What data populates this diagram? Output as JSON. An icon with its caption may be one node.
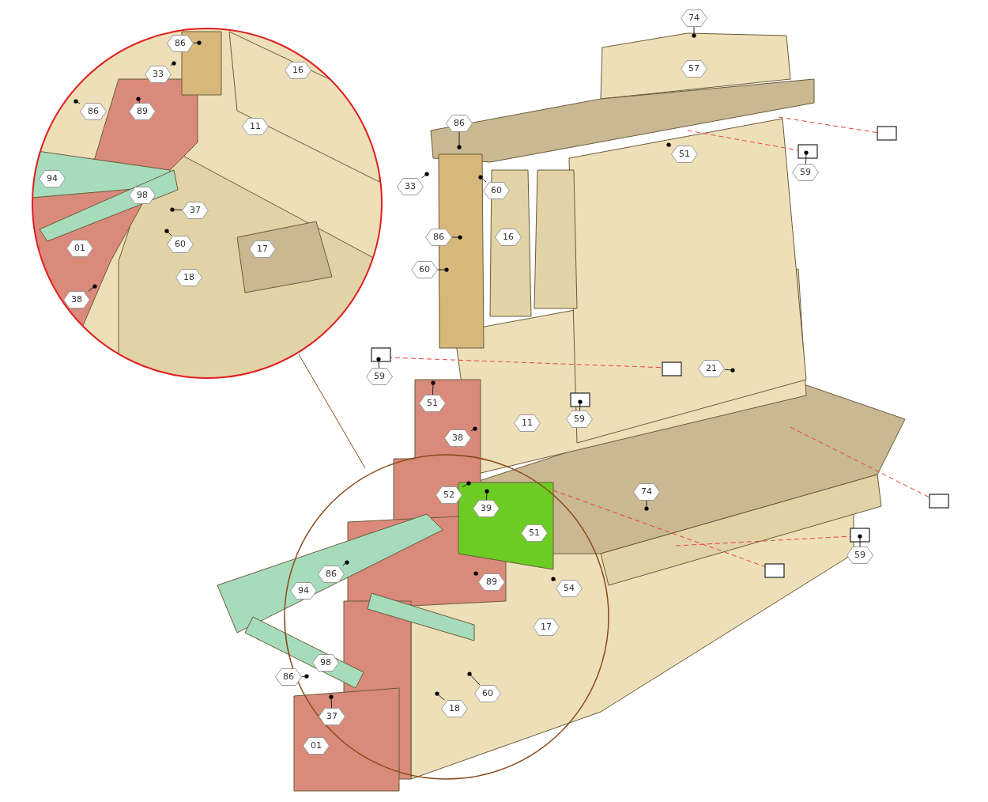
{
  "diagram": {
    "nodes": [
      {
        "text": [
          "86"
        ]
      },
      {
        "text": [
          "33"
        ]
      },
      {
        "text": [
          "16"
        ]
      },
      {
        "text": [
          "86"
        ]
      },
      {
        "text": [
          "89"
        ]
      },
      {
        "text": [
          "11"
        ]
      },
      {
        "text": [
          "94"
        ]
      },
      {
        "text": [
          "98"
        ]
      },
      {
        "text": [
          "37"
        ]
      },
      {
        "text": [
          "60"
        ]
      },
      {
        "text": [
          "17"
        ]
      },
      {
        "text": [
          "01"
        ]
      },
      {
        "text": [
          "18"
        ]
      },
      {
        "text": [
          "38"
        ]
      },
      {
        "text": [
          "74"
        ]
      },
      {
        "text": [
          "57"
        ]
      },
      {
        "text": [
          "86"
        ]
      },
      {
        "text": [
          "51"
        ]
      },
      {
        "text": [
          "59"
        ]
      },
      {
        "text": [
          "33"
        ]
      },
      {
        "text": [
          "60"
        ]
      },
      {
        "text": [
          "86"
        ]
      },
      {
        "text": [
          "16"
        ]
      },
      {
        "text": [
          "60"
        ]
      },
      {
        "text": [
          "59"
        ]
      },
      {
        "text": [
          "21"
        ]
      },
      {
        "text": [
          "51"
        ]
      },
      {
        "text": [
          "59"
        ]
      },
      {
        "text": [
          "11"
        ]
      },
      {
        "text": [
          "38"
        ]
      },
      {
        "text": [
          "52"
        ]
      },
      {
        "text": [
          "39"
        ]
      },
      {
        "text": [
          "74"
        ]
      },
      {
        "text": [
          "51"
        ]
      },
      {
        "text": [
          "59"
        ]
      },
      {
        "text": [
          "86"
        ]
      },
      {
        "text": [
          "94"
        ]
      },
      {
        "text": [
          "89"
        ]
      },
      {
        "text": [
          "54"
        ]
      },
      {
        "text": [
          "17"
        ]
      },
      {
        "text": [
          "98"
        ]
      },
      {
        "text": [
          "86"
        ]
      },
      {
        "text": [
          "60"
        ]
      },
      {
        "text": [
          "18"
        ]
      },
      {
        "text": [
          "37"
        ]
      },
      {
        "text": [
          "01"
        ]
      }
    ],
    "edges": [
      {
        "from": 0,
        "to": null,
        "arrow": "other"
      },
      {
        "from": 1,
        "to": null,
        "arrow": "other"
      },
      {
        "from": 3,
        "to": null,
        "arrow": "other"
      },
      {
        "from": 4,
        "to": null,
        "arrow": "other"
      },
      {
        "from": 8,
        "to": null,
        "arrow": "other"
      },
      {
        "from": 9,
        "to": null,
        "arrow": "other"
      },
      {
        "from": 13,
        "to": null,
        "arrow": "other"
      },
      {
        "from": 14,
        "to": null,
        "arrow": "other"
      },
      {
        "from": 16,
        "to": null,
        "arrow": "other"
      },
      {
        "from": 17,
        "to": null,
        "arrow": "other"
      },
      {
        "from": 18,
        "to": null,
        "arrow": "other"
      },
      {
        "from": 19,
        "to": null,
        "arrow": "other"
      },
      {
        "from": 20,
        "to": null,
        "arrow": "other"
      },
      {
        "from": 21,
        "to": null,
        "arrow": "other"
      },
      {
        "from": 23,
        "to": null,
        "arrow": "other"
      },
      {
        "from": 24,
        "to": null,
        "arrow": "other"
      },
      {
        "from": 25,
        "to": null,
        "arrow": "other"
      },
      {
        "from": 26,
        "to": null,
        "arrow": "other"
      },
      {
        "from": 27,
        "to": null,
        "arrow": "other"
      },
      {
        "from": 29,
        "to": null,
        "arrow": "other"
      },
      {
        "from": 30,
        "to": null,
        "arrow": "other"
      },
      {
        "from": 31,
        "to": null,
        "arrow": "other"
      },
      {
        "from": 32,
        "to": null,
        "arrow": "other"
      },
      {
        "from": 34,
        "to": null,
        "arrow": "other"
      },
      {
        "from": 35,
        "to": null,
        "arrow": "other"
      },
      {
        "from": 37,
        "to": null,
        "arrow": "other"
      },
      {
        "from": 38,
        "to": null,
        "arrow": "other"
      },
      {
        "from": 41,
        "to": null,
        "arrow": "other"
      },
      {
        "from": 42,
        "to": null,
        "arrow": "other"
      },
      {
        "from": 43,
        "to": null,
        "arrow": "other"
      },
      {
        "from": 44,
        "to": null,
        "arrow": "other"
      }
    ]
  }
}
